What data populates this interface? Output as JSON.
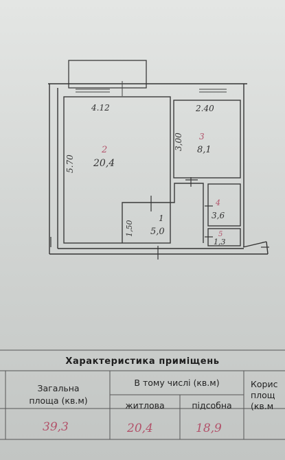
{
  "plan": {
    "dims": {
      "top_left": "4.12",
      "top_right": "2.40",
      "left": "5.70",
      "mid_vertical": "3,00",
      "small_left": "1,50"
    },
    "rooms": [
      {
        "num": "2",
        "area": "20,4"
      },
      {
        "num": "3",
        "area": "8,1"
      },
      {
        "num": "1",
        "area": "5,0"
      },
      {
        "num": "4",
        "area": "3,6"
      },
      {
        "num": "5",
        "area": "1,3"
      }
    ]
  },
  "table": {
    "title": "Характеристика приміщень",
    "col_total_line1": "Загальна",
    "col_total_line2": "площа (кв.м)",
    "col_incl": "В тому числі (кв.м)",
    "col_living": "житлова",
    "col_aux": "підсобна",
    "col_useful_line1": "Корис",
    "col_useful_line2": "площ",
    "col_useful_line3": "(кв.м",
    "val_total": "39,3",
    "val_living": "20,4",
    "val_aux": "18,9"
  },
  "colors": {
    "ink": "#3a3a3a",
    "handwriting": "#b2526a"
  }
}
